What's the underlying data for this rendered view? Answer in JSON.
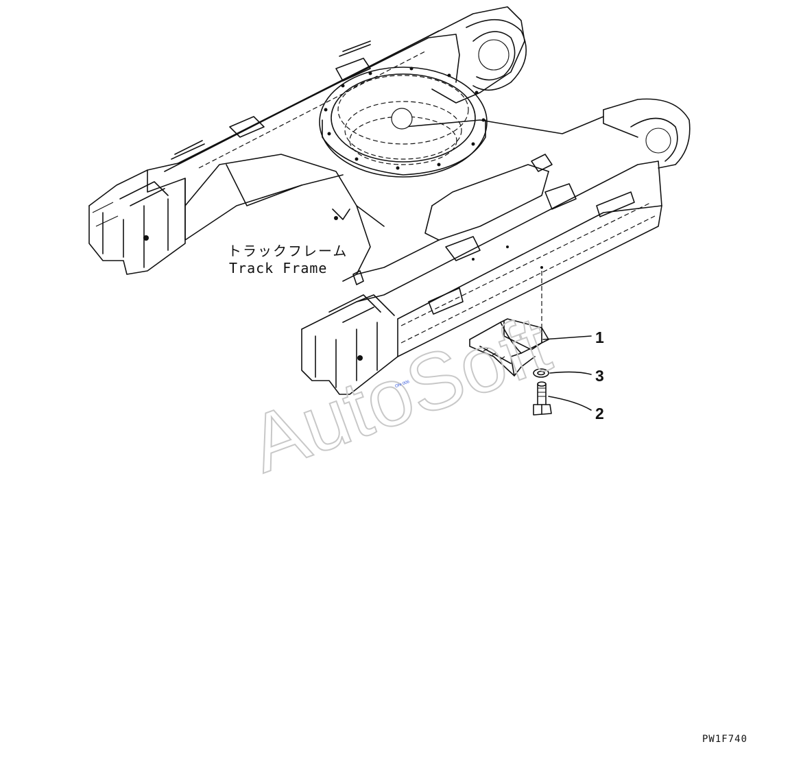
{
  "labels": {
    "frame_jp": "トラックフレーム",
    "frame_en": "Track Frame"
  },
  "callouts": [
    {
      "number": "1"
    },
    {
      "number": "3"
    },
    {
      "number": "2"
    }
  ],
  "watermark": "AutoSoft",
  "drawing_code": "PW1F740",
  "colors": {
    "line": "#111111",
    "watermark": "#c8c8c8",
    "background": "#ffffff"
  }
}
